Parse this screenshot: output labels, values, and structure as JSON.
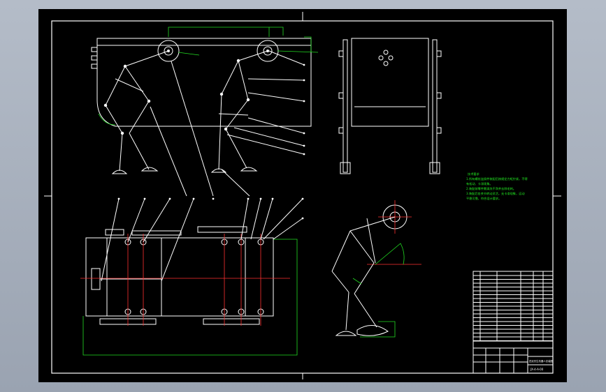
{
  "sheet": {
    "background": "#000000",
    "line_color": "#ffffff",
    "dimension_color": "#22dd22",
    "centerline_color": "#ff3030"
  },
  "tech_notes": {
    "title": "技术要求",
    "lines": [
      "1.所有螺纹连接件装配后按规定力矩拧紧，不得",
      "有松动、卡滞现象。",
      "2.装配前零件需清洗干净并去除毛刺。",
      "3.装配后各关节转动灵活，无卡滞现象，运动",
      "平稳可靠，符合设计要求。"
    ]
  },
  "title_block": {
    "name": "四足仿生机器人总装图",
    "drawing_no": "JX-4-A-00"
  },
  "icons": {
    "hip_joint": "circle-joint-icon",
    "foot": "foot-pad-icon"
  }
}
